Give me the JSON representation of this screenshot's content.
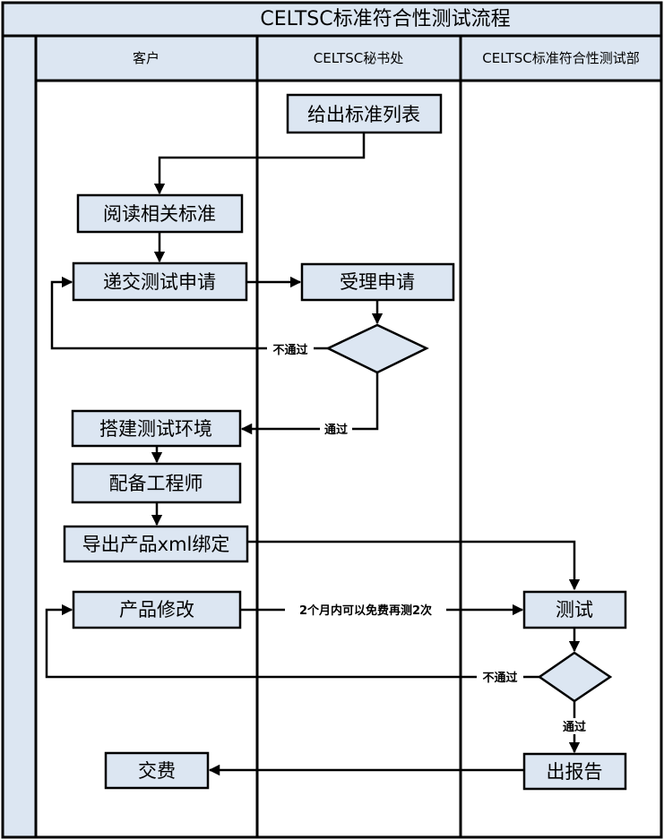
{
  "title": "CELTSC标准符合性测试流程",
  "lanes": [
    "客户",
    "CELTSC秘书处",
    "CELTSC标准符合性测试部"
  ],
  "nodes": {
    "standard_list": "给出标准列表",
    "read_standards": "阅读相关标准",
    "submit_application": "递交测试申请",
    "accept_application": "受理申请",
    "build_env": "搭建测试环境",
    "assign_engineer": "配备工程师",
    "export_xml": "导出产品xml绑定",
    "product_fix": "产品修改",
    "test": "测试",
    "pay": "交费",
    "report": "出报告"
  },
  "edges": {
    "reject_1": "不通过",
    "pass_1": "通过",
    "retest_note": "2个月内可以免费再测2次",
    "reject_2": "不通过",
    "pass_2": "通过"
  }
}
